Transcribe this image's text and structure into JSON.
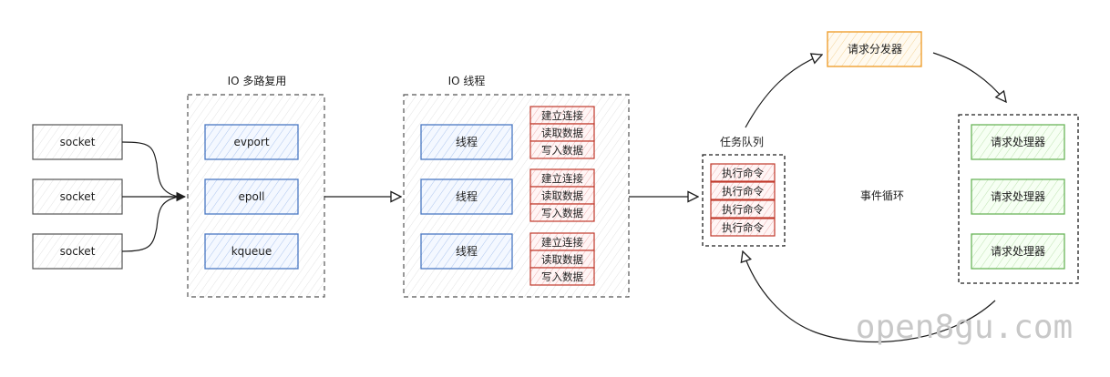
{
  "sockets": [
    "socket",
    "socket",
    "socket"
  ],
  "multiplexing": {
    "title": "IO 多路复用",
    "items": [
      "evport",
      "epoll",
      "kqueue"
    ]
  },
  "io_threads": {
    "title": "IO 线程",
    "groups": [
      {
        "thread": "线程",
        "steps": [
          "建立连接",
          "读取数据",
          "写入数据"
        ]
      },
      {
        "thread": "线程",
        "steps": [
          "建立连接",
          "读取数据",
          "写入数据"
        ]
      },
      {
        "thread": "线程",
        "steps": [
          "建立连接",
          "读取数据",
          "写入数据"
        ]
      }
    ]
  },
  "task_queue": {
    "title": "任务队列",
    "items": [
      "执行命令",
      "执行命令",
      "执行命令",
      "执行命令"
    ]
  },
  "dispatcher": "请求分发器",
  "handlers": [
    "请求处理器",
    "请求处理器",
    "请求处理器"
  ],
  "event_loop": "事件循环",
  "watermark": "open8gu.com",
  "colors": {
    "blue": "#4a78c2",
    "red": "#c0392b",
    "orange": "#f0a030",
    "green": "#6bb55a",
    "line": "#1e1e1e"
  }
}
